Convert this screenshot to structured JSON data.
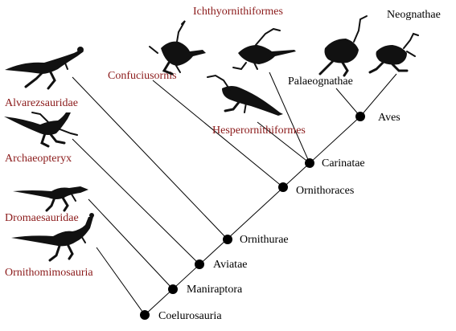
{
  "colors": {
    "red_label": "#8b1a1a",
    "black_label": "#000000",
    "line": "#000000",
    "node": "#000000"
  },
  "external_taxa": {
    "alvarezsauridae": "Alvarezsauridae",
    "archaeopteryx": "Archaeopteryx",
    "dromaesauridae": "Dromaesauridae",
    "ornithomimosauria": "Ornithomimosauria",
    "confuciusornis": "Confuciusornis",
    "ichthyornithiformes": "Ichthyornithiformes",
    "hesperornithiformes": "Hesperornithiformes"
  },
  "crown_taxa": {
    "neognathae": "Neognathae",
    "palaeognathae": "Palaeognathae"
  },
  "nodes": {
    "coelurosauria": "Coelurosauria",
    "maniraptora": "Maniraptora",
    "aviatae": "Aviatae",
    "ornithurae": "Ornithurae",
    "ornithoraces": "Ornithoraces",
    "carinatae": "Carinatae",
    "aves": "Aves"
  },
  "silhouettes": {
    "ornithomimosaur": "ornithomimosaur-skeleton",
    "dromaeosaur": "dromaeosaur-skeleton",
    "archaeopteryx": "archaeopteryx-skeleton",
    "alvarezsaur": "alvarezsaur-skeleton",
    "confuciusornis": "confuciusornis-skeleton",
    "ichthyornis": "ichthyornis-skeleton",
    "hesperornis": "hesperornis-skeleton",
    "palaeognath": "palaeognath-skeleton",
    "neognath": "neognath-skeleton"
  }
}
